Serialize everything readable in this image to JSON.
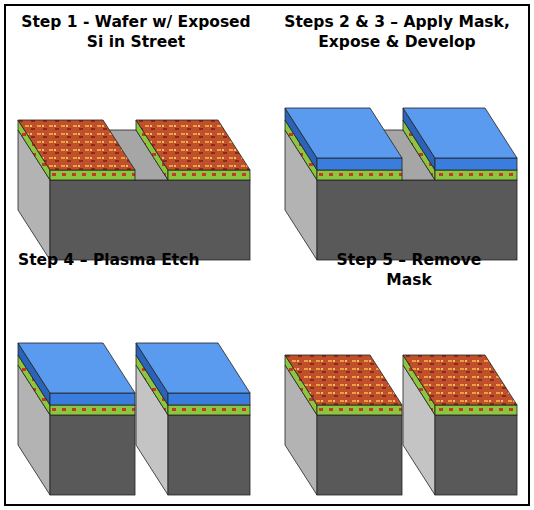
{
  "diagram": {
    "labels": [
      "Step 1 - Wafer w/ Exposed Si in Street",
      "Steps 2 & 3 – Apply Mask, Expose & Develop",
      "Step 4 – Plasma Etch",
      "Step 5 – Remove Mask"
    ]
  }
}
